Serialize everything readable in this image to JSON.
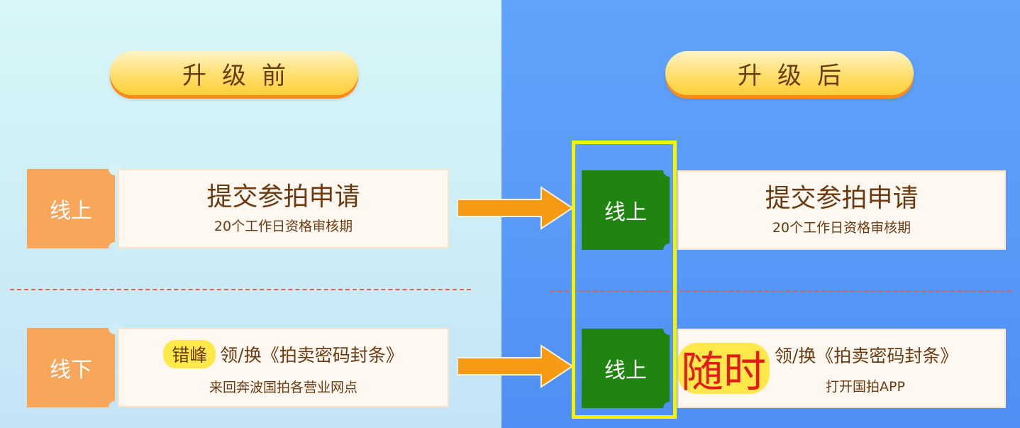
{
  "before": {
    "heading": "升级前",
    "row1": {
      "tag": "线上",
      "title": "提交参拍申请",
      "subtitle": "20个工作日资格审核期"
    },
    "row2": {
      "tag": "线下",
      "highlight": "错峰",
      "text": "领/换《拍卖密码封条》",
      "subtitle": "来回奔波国拍各营业网点"
    }
  },
  "after": {
    "heading": "升级后",
    "row1": {
      "tag": "线上",
      "title": "提交参拍申请",
      "subtitle": "20个工作日资格审核期"
    },
    "row2": {
      "tag": "线上",
      "highlight": "随时",
      "text": "领/换《拍卖密码封条》",
      "subtitle": "打开国拍APP"
    }
  },
  "colors": {
    "left_bg": "#d8f6f8",
    "right_bg": "#5fa3fb",
    "tag_orange": "#f7a65a",
    "tag_green": "#1f8410",
    "accent_orange": "#f59a12",
    "highlight_yellow": "#ffe84a",
    "highlight_box": "#f2f500",
    "emphasis_red": "#e31b1b"
  }
}
